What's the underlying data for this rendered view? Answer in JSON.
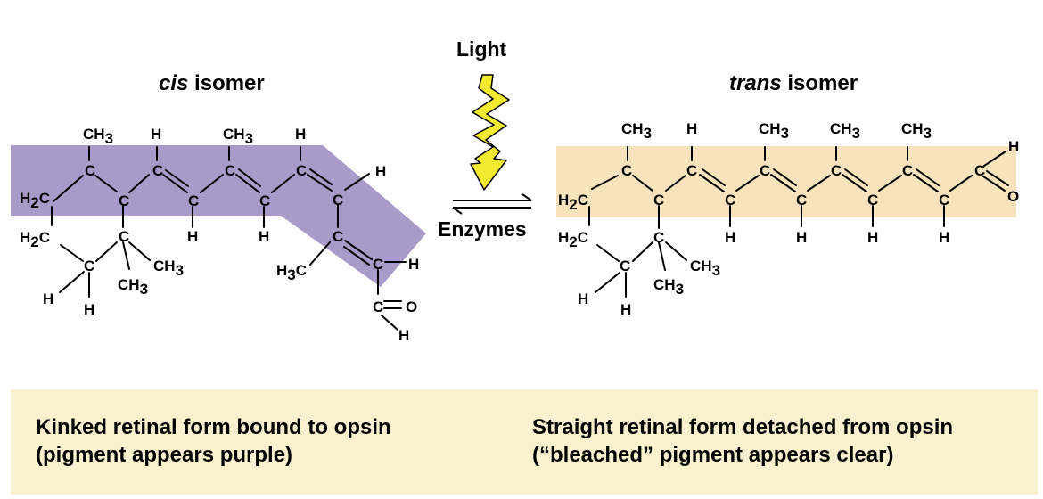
{
  "reaction": {
    "forward": "Light",
    "reverse": "Enzymes"
  },
  "cis": {
    "title_italic": "cis",
    "title_rest": " isomer",
    "caption_line1": "Kinked retinal form bound to opsin",
    "caption_line2": "(pigment appears purple)"
  },
  "trans": {
    "title_italic": "trans",
    "title_rest": " isomer",
    "caption_line1": "Straight retinal form detached from opsin",
    "caption_line2": "(“bleached” pigment appears clear)"
  },
  "atoms": {
    "C": "C",
    "H": "H",
    "O": "O"
  },
  "groups": {
    "CH": "CH",
    "H2C_H": "H",
    "H2C_C": "C",
    "sub2": "2",
    "sub3": "3"
  },
  "colors": {
    "cis_band": "#a99ac9",
    "trans_band": "#f8e3bd",
    "bolt_fill": "#f3ea2f",
    "caption_panel": "#fbf1ce"
  }
}
